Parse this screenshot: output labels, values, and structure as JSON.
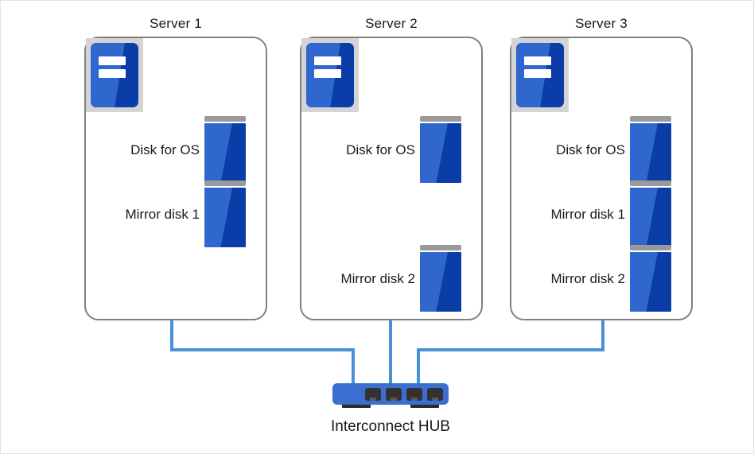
{
  "diagram": {
    "type": "network-topology",
    "background_color": "#ffffff",
    "border_color": "#e3e3e3",
    "accent_blue": "#0b3da8",
    "sheen_blue": "#2f67cf",
    "cable_color": "#4a90d9",
    "server_border_color": "#808080",
    "hub_color": "#3a6fd0",
    "disk_cap_color": "#9a9a9a"
  },
  "servers": [
    {
      "title": "Server 1",
      "icon_name": "server-machine-icon",
      "disks": [
        {
          "label": "Disk for OS",
          "slot": 1
        },
        {
          "label": "Mirror disk 1",
          "slot": 2
        }
      ]
    },
    {
      "title": "Server 2",
      "icon_name": "server-machine-icon",
      "disks": [
        {
          "label": "Disk for OS",
          "slot": 1
        },
        {
          "label": "Mirror disk 2",
          "slot": 3
        }
      ]
    },
    {
      "title": "Server 3",
      "icon_name": "server-machine-icon",
      "disks": [
        {
          "label": "Disk for OS",
          "slot": 1
        },
        {
          "label": "Mirror disk 1",
          "slot": 2
        },
        {
          "label": "Mirror disk 2",
          "slot": 3
        }
      ]
    }
  ],
  "hub": {
    "label": "Interconnect HUB",
    "port_count": 4
  }
}
